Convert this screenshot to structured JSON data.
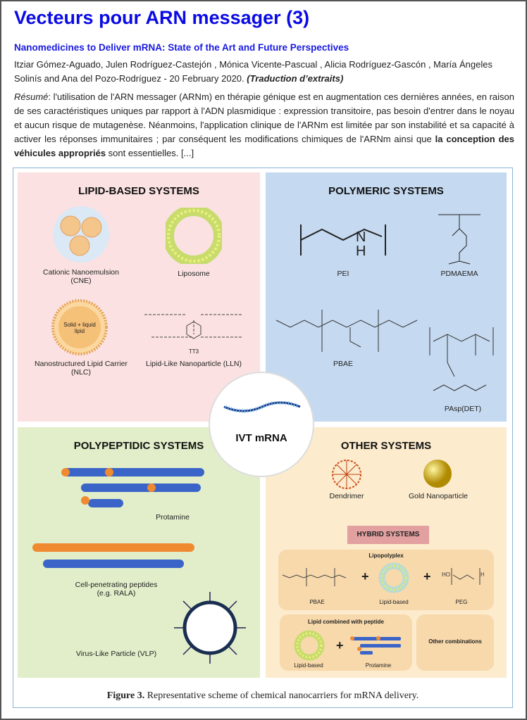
{
  "header": {
    "title": "Vecteurs pour ARN messager (3)",
    "subtitle": "Nanomedicines to Deliver mRNA: State of the Art and Future Perspectives",
    "authors": "Itziar Gómez-Aguado, Julen Rodríguez-Castejón , Mónica Vicente-Pascual , Alicia Rodríguez-Gascón , María Ángeles Solinís and Ana del Pozo-Rodríguez - 20 February 2020. ",
    "translation_note": "(Traduction d’extraits)"
  },
  "abstract": {
    "label": "Résumé",
    "text1": ": l'utilisation de l'ARN messager (ARNm) en thérapie génique est en augmentation ces dernières années, en raison de ses caractéristiques uniques par rapport à l'ADN plasmidique : expression transitoire, pas besoin d'entrer dans le noyau et aucun risque de mutagenèse. Néanmoins, l'application clinique de l'ARNm est limitée par son instabilité et sa capacité à activer les réponses immunitaires ; par conséquent les modifications chimiques de l'ARNm ainsi que ",
    "bold": "la conception des véhicules appropriés",
    "text2": " sont essentielles. [...]"
  },
  "figure": {
    "lipid": {
      "title": "LIPID-BASED SYSTEMS",
      "cne": "Cationic Nanoemulsion (CNE)",
      "liposome": "Liposome",
      "nlc": "Nanostructured Lipid Carrier (NLC)",
      "nlc_core": "Solid + liquid lipid",
      "lln": "Lipid-Like Nanoparticle (LLN)",
      "tt3": "TT3"
    },
    "polymeric": {
      "title": "POLYMERIC SYSTEMS",
      "pei": "PEI",
      "pdmaema": "PDMAEMA",
      "pbae": "PBAE",
      "pasp": "PAsp(DET)"
    },
    "center": "IVT mRNA",
    "polypeptidic": {
      "title": "POLYPEPTIDIC SYSTEMS",
      "protamine": "Protamine",
      "cpp": "Cell-penetrating peptides (e.g. RALA)",
      "vlp": "Virus-Like Particle (VLP)"
    },
    "other": {
      "title": "OTHER SYSTEMS",
      "dendrimer": "Dendrimer",
      "gold": "Gold Nanoparticle",
      "hybrid": "HYBRID SYSTEMS",
      "lipopolyplex": "Lipopolyplex",
      "pbae": "PBAE",
      "lipid_based": "Lipid-based",
      "peg": "PEG",
      "lipid_peptide": "Lipid combined with peptide",
      "lipid_based2": "Lipid-based",
      "protamine": "Protamine",
      "other_combinations": "Other combinations",
      "plus": "+"
    },
    "caption_label": "Figure 3.",
    "caption": " Representative scheme of chemical nanocarriers for mRNA delivery."
  }
}
